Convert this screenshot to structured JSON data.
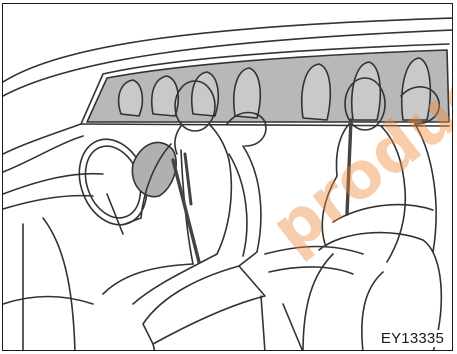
{
  "figure": {
    "code": "EY13335",
    "subject": "curtain-shield-airbag-deployed",
    "airbag_color": "#b8b8b8",
    "line_color": "#333333"
  },
  "watermark": {
    "text": "production",
    "color": "#eb8737"
  }
}
